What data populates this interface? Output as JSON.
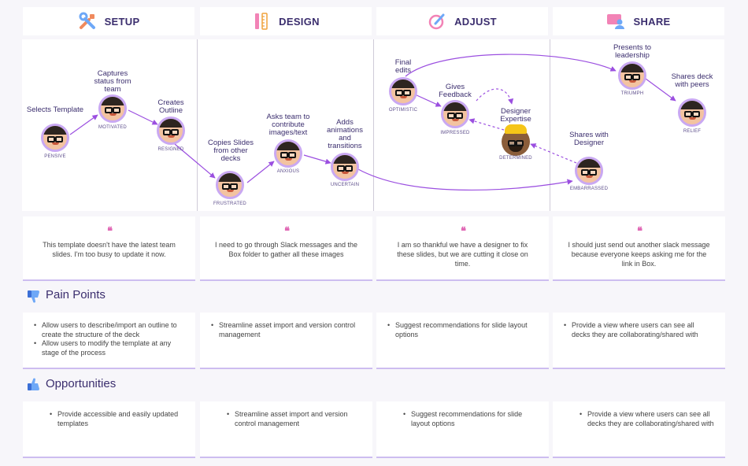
{
  "phases": [
    {
      "name": "SETUP",
      "icon": "tools-icon"
    },
    {
      "name": "DESIGN",
      "icon": "pencil-ruler-icon"
    },
    {
      "name": "ADJUST",
      "icon": "edit-brush-icon"
    },
    {
      "name": "SHARE",
      "icon": "share-screen-icon"
    }
  ],
  "journey": {
    "steps": [
      {
        "label": "Selects Template",
        "emotion": "PENSIVE"
      },
      {
        "label": "Captures status from team",
        "emotion": "MOTIVATED"
      },
      {
        "label": "Creates Outline",
        "emotion": "RESIGNED"
      },
      {
        "label": "Copies Slides from other decks",
        "emotion": "FRUSTRATED"
      },
      {
        "label": "Asks team to contribute images/text",
        "emotion": "ANXIOUS"
      },
      {
        "label": "Adds animations and transitions",
        "emotion": "UNCERTAIN"
      },
      {
        "label": "Final edits",
        "emotion": "OPTIMISTIC"
      },
      {
        "label": "Gives Feedback",
        "emotion": "IMPRESSED"
      },
      {
        "label": "Designer Expertise",
        "emotion": "DETERMINED"
      },
      {
        "label": "Shares with Designer",
        "emotion": "EMBARRASSED"
      },
      {
        "label": "Presents to leadership",
        "emotion": "TRIUMPH"
      },
      {
        "label": "Shares deck with peers",
        "emotion": "RELIEF"
      }
    ]
  },
  "quotes": [
    "This template doesn't have the latest team slides. I'm too busy to update it now.",
    "I need to go through Slack messages and the Box folder to gather all these images",
    "I am so thankful we have a designer to fix these slides, but we are cutting it close on time.",
    "I should just send out another slack message because everyone keeps asking me for the link in Box."
  ],
  "pain_points": {
    "title": "Pain Points",
    "cards": [
      [
        "Allow users to describe/import an outline to create the structure of the deck",
        "Allow users to modify the template at any stage of the process"
      ],
      [
        "Streamline asset import and version control management"
      ],
      [
        "Suggest recommendations for slide layout options"
      ],
      [
        "Provide a view where users can see all decks they are collaborating/shared with"
      ]
    ]
  },
  "opportunities": {
    "title": "Opportunities",
    "cards": [
      [
        "Provide accessible and easily updated templates"
      ],
      [
        "Streamline asset import and version control management"
      ],
      [
        "Suggest recommendations for slide layout options"
      ],
      [
        "Provide a view where users can see all decks they are collaborating/shared with"
      ]
    ]
  },
  "colors": {
    "accent": "#9b4fe0",
    "shadow": "#cdbdf0",
    "title": "#3b2e6e"
  }
}
